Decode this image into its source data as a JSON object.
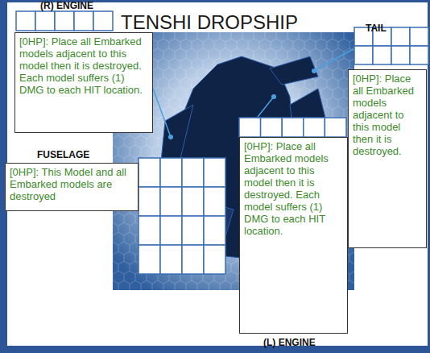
{
  "diagram": {
    "title": "TENSHI DROPSHIP",
    "nodes": [
      {
        "text": [
          "(R) ENGINE",
          "[0HP]: Place all Embarked models adjacent to this model then it is destroyed. Each model suffers (1) DMG to each HIT location."
        ]
      },
      {
        "text": [
          "TAIL",
          "[0HP]: Place all Embarked models adjacent to this model then it is destroyed."
        ]
      },
      {
        "text": [
          "FUSELAGE",
          "[0HP]: This Model and all Embarked models are destroyed"
        ]
      },
      {
        "text": [
          "(L) ENGINE",
          "[0HP]: Place all Embarked models adjacent to this model then it is destroyed. Each model suffers (1) DMG to each HIT location."
        ]
      }
    ]
  }
}
